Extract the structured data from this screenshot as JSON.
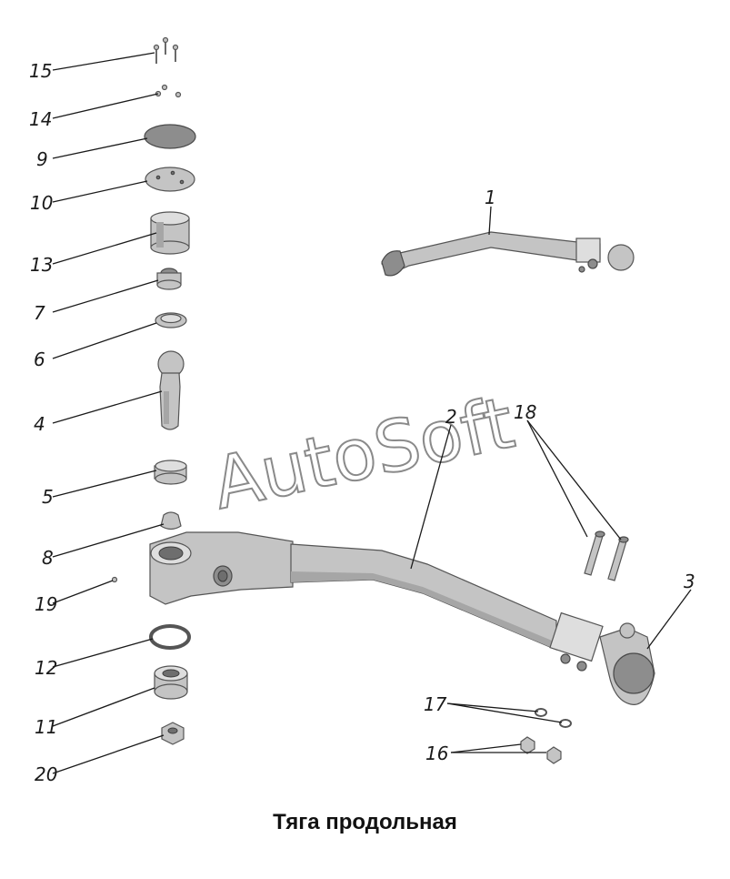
{
  "title": "Тяга продольная",
  "watermark": "AutoSoft",
  "labels": {
    "p1": "1",
    "p2": "2",
    "p3": "3",
    "p4": "4",
    "p5": "5",
    "p6": "6",
    "p7": "7",
    "p8": "8",
    "p9": "9",
    "p10": "10",
    "p11": "11",
    "p12": "12",
    "p13": "13",
    "p14": "14",
    "p15": "15",
    "p16": "16",
    "p17": "17",
    "p18": "18",
    "p19": "19",
    "p20": "20"
  }
}
